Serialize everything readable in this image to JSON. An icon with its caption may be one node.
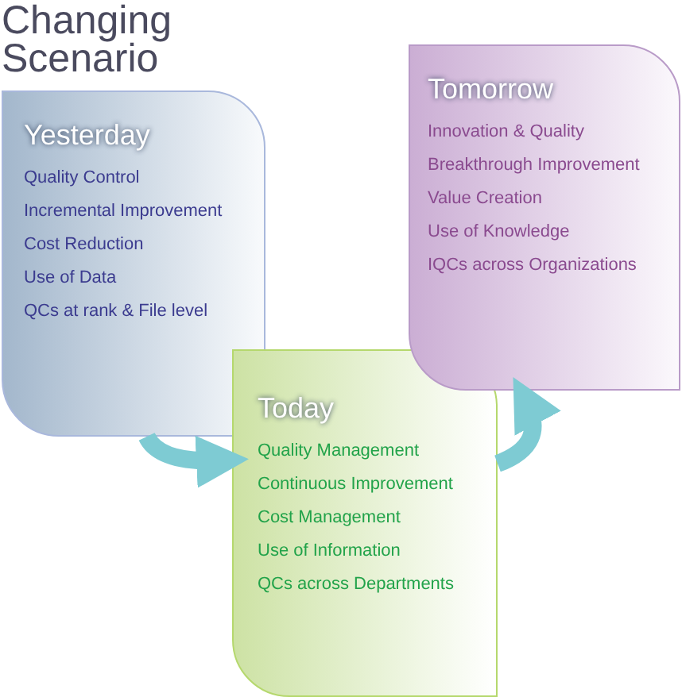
{
  "diagram": {
    "title": "Changing Scenario",
    "nodes": [
      {
        "text": [
          "Yesterday",
          "Quality Control",
          "Incremental Improvement",
          "Cost Reduction",
          "Use of Data",
          "QCs at rank & File level"
        ]
      },
      {
        "text": [
          "Today",
          "Quality Management",
          "Continuous Improvement",
          "Cost Management",
          "Use of Information",
          "QCs across Departments"
        ]
      },
      {
        "text": [
          "Tomorrow",
          "Innovation & Quality",
          "Breakthrough Improvement",
          "Value Creation",
          "Use of Knowledge",
          "IQCs across Organizations"
        ]
      }
    ],
    "edges": [
      {
        "from": 0,
        "to": 1,
        "arrow": "to"
      },
      {
        "from": 1,
        "to": 2,
        "arrow": "to"
      }
    ]
  }
}
